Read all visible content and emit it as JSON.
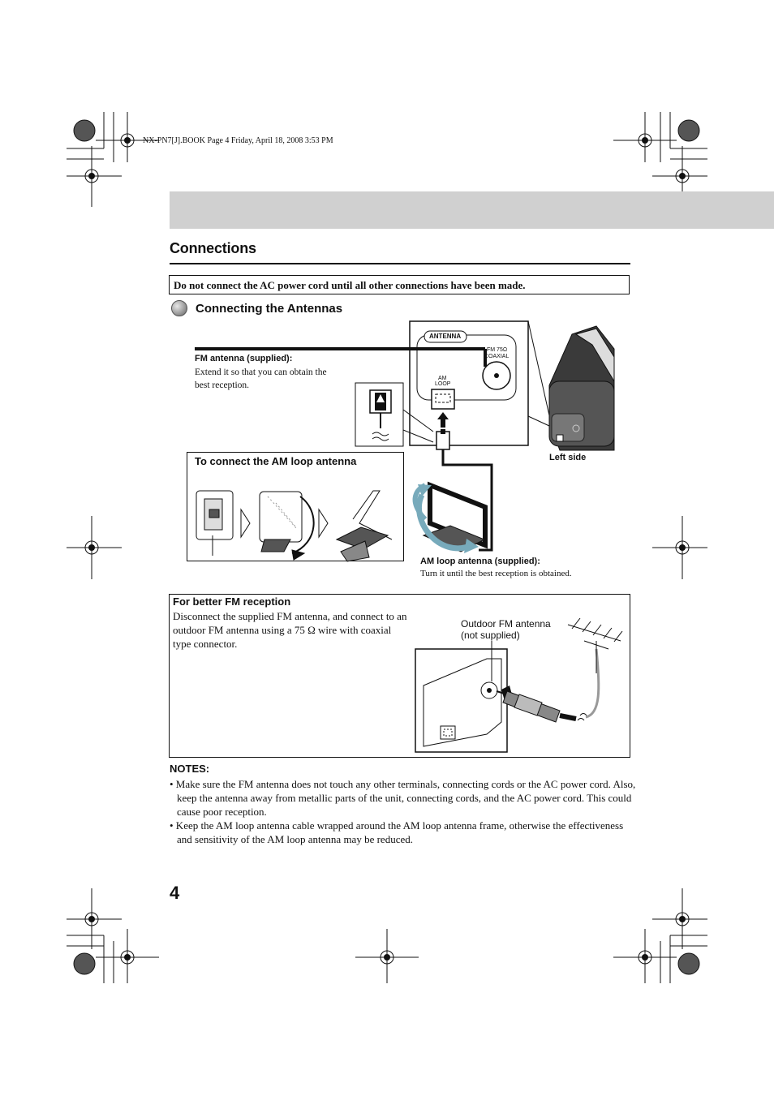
{
  "header": {
    "file_info": "NX-PN7[J].BOOK  Page 4  Friday, April 18, 2008  3:53 PM"
  },
  "section": {
    "title": "Connections"
  },
  "warning": {
    "text": "Do not connect the AC power cord until all other connections have been made."
  },
  "subsection": {
    "title": "Connecting the Antennas"
  },
  "diagram": {
    "fm_antenna_label": "FM antenna (supplied):",
    "fm_antenna_desc": "Extend it so that you can obtain the best reception.",
    "panel_antenna": "ANTENNA",
    "panel_fm": "FM 75Ω",
    "panel_coaxial": "COAXIAL",
    "panel_am": "AM",
    "panel_loop": "LOOP",
    "left_side_label": "Left side",
    "am_box_title": "To connect the AM loop antenna",
    "am_loop_label": "AM loop antenna (supplied):",
    "am_loop_desc": "Turn it until the best reception is obtained."
  },
  "fm_reception": {
    "title": "For better FM reception",
    "desc": "Disconnect the supplied FM antenna, and connect to an outdoor FM antenna using a 75 Ω wire with coaxial type connector.",
    "outdoor_label_1": "Outdoor FM antenna",
    "outdoor_label_2": "(not supplied)"
  },
  "notes": {
    "title": "NOTES:",
    "items": [
      "• Make sure the FM antenna does not touch any other terminals, connecting cords or the AC power cord. Also, keep the antenna away from metallic parts of the unit, connecting cords, and the AC power cord. This could cause poor reception.",
      "• Keep the AM loop antenna cable wrapped around the AM loop antenna frame, otherwise the effectiveness and sensitivity of the AM loop antenna may be reduced."
    ]
  },
  "page_number": "4"
}
